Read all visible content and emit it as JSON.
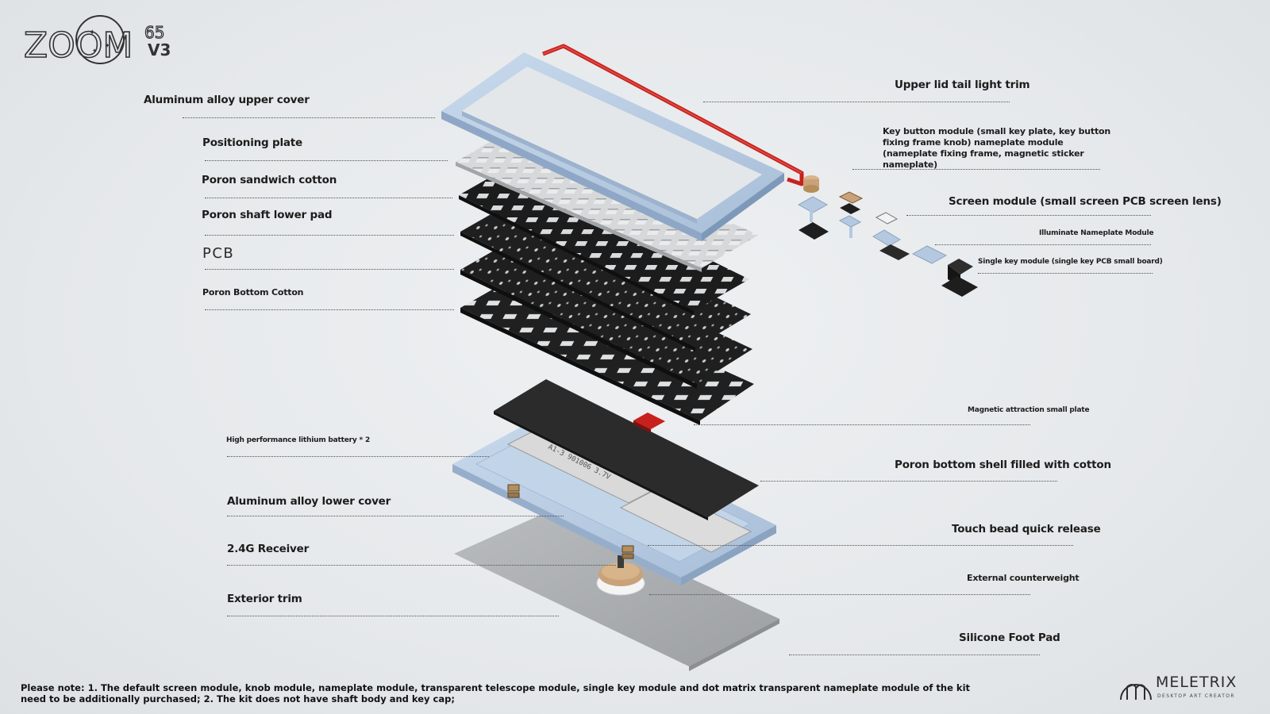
{
  "brand": {
    "logo_line": "ZOOM",
    "model_suffix": "65",
    "version": "V3"
  },
  "labels": {
    "upper_cover": "Aluminum alloy upper cover",
    "positioning_plate": "Positioning plate",
    "poron_sandwich": "Poron sandwich cotton",
    "poron_shaft_pad": "Poron shaft lower pad",
    "pcb": "PCB",
    "poron_bottom_cotton": "Poron Bottom Cotton",
    "battery": "High performance lithium battery * 2",
    "lower_cover": "Aluminum alloy lower cover",
    "receiver": "2.4G Receiver",
    "exterior_trim": "Exterior trim",
    "tail_light_trim": "Upper lid tail light trim",
    "key_button_module": "Key button module (small key plate, key button fixing frame knob) nameplate module (nameplate fixing frame, magnetic sticker nameplate)",
    "screen_module": "Screen module (small screen PCB screen lens)",
    "illuminate_nameplate": "Illuminate Nameplate Module",
    "single_key_module": "Single key module (single key PCB small board)",
    "magnetic_plate": "Magnetic attraction small plate",
    "poron_bottom_shell": "Poron bottom shell filled with cotton",
    "touch_bead": "Touch bead quick release",
    "counterweight": "External counterweight",
    "foot_pad": "Silicone Foot Pad"
  },
  "battery_print": "A1-3 901006 3.7V",
  "note": "Please note: 1. The default screen module, knob module, nameplate module, transparent telescope module, single key module and dot matrix transparent nameplate module of the kit need to be additionally purchased; 2. The kit does not have shaft body and key cap;",
  "footer_brand": {
    "name": "MELETRIX",
    "tagline": "DESKTOP ART CREATOR"
  },
  "colors": {
    "background": "#e7eaec",
    "aluminum_blue": "#b4c9e0",
    "trim_red": "#c8201c",
    "foam_black": "#1e1e1e",
    "plate_grey": "#d4d6d8",
    "weight_steel": "#a9acae",
    "copper": "#c9a27a"
  }
}
